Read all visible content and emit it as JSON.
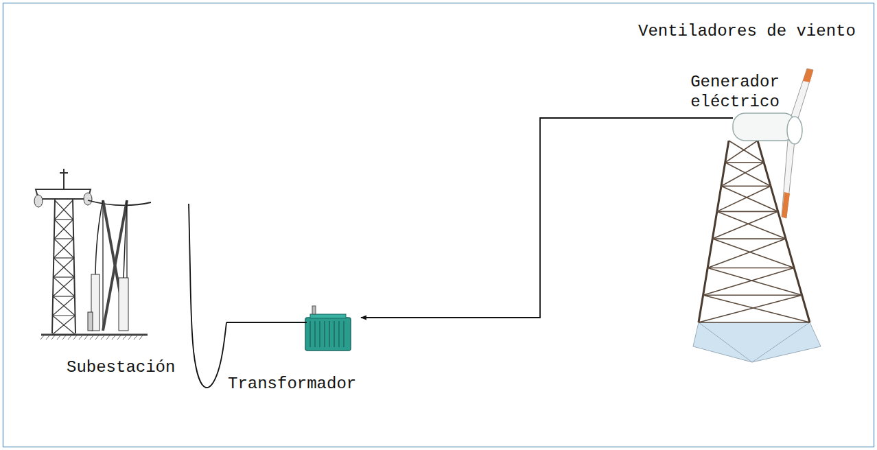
{
  "diagram": {
    "nodes": [
      {
        "text": [
          "Subestación"
        ]
      },
      {
        "text": [
          "Transformador"
        ]
      },
      {
        "text": [
          "Generador eléctrico"
        ]
      }
    ],
    "edges": [
      {
        "from": 2,
        "to": 1,
        "arrow": "to"
      },
      {
        "from": 1,
        "to": 0,
        "arrow": "none"
      }
    ],
    "labels": [
      "Ventiladores de viento"
    ]
  }
}
